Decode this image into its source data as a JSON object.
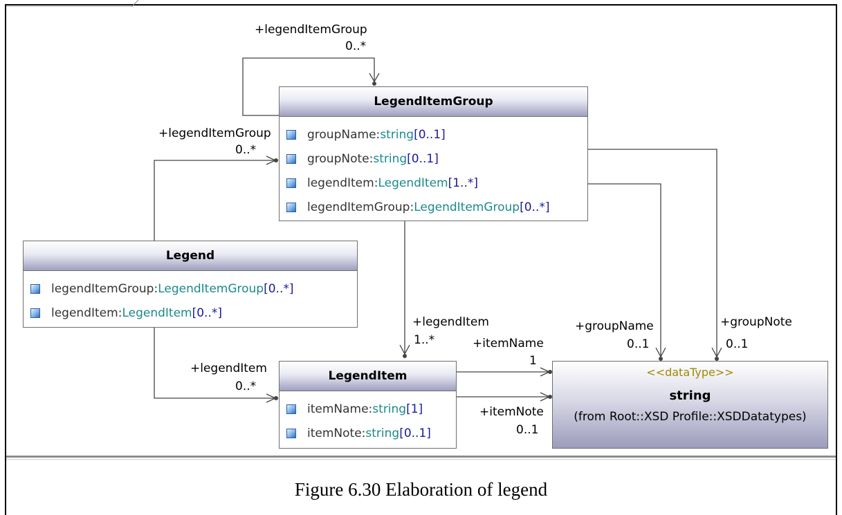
{
  "classes": {
    "legend_item_group": {
      "name": "LegendItemGroup",
      "attributes": [
        {
          "name": "groupName:",
          "type": "string",
          "mult": "[0..1]"
        },
        {
          "name": "groupNote:",
          "type": "string",
          "mult": "[0..1]"
        },
        {
          "name": "legendItem:",
          "type": "LegendItem",
          "mult": "[1..*]"
        },
        {
          "name": "legendItemGroup:",
          "type": "LegendItemGroup",
          "mult": "[0..*]"
        }
      ]
    },
    "legend": {
      "name": "Legend",
      "attributes": [
        {
          "name": "legendItemGroup:",
          "type": "LegendItemGroup",
          "mult": "[0..*]"
        },
        {
          "name": "legendItem:",
          "type": "LegendItem",
          "mult": "[0..*]"
        }
      ]
    },
    "legend_item": {
      "name": "LegendItem",
      "attributes": [
        {
          "name": "itemName:",
          "type": "string",
          "mult": "[1]"
        },
        {
          "name": "itemNote:",
          "type": "string",
          "mult": "[0..1]"
        }
      ]
    }
  },
  "datatype": {
    "stereotype": "<<dataType>>",
    "name": "string",
    "from": "(from Root::XSD Profile::XSDDatatypes)"
  },
  "roles": {
    "self_group": "+legendItemGroup",
    "self_group_mult": "0..*",
    "legend_group": "+legendItemGroup",
    "legend_group_mult": "0..*",
    "group_item": "+legendItem",
    "group_item_mult": "1..*",
    "legend_item": "+legendItem",
    "legend_item_mult": "0..*",
    "item_name": "+itemName",
    "item_name_mult": "1",
    "item_note": "+itemNote",
    "item_note_mult": "0..1",
    "group_name": "+groupName",
    "group_name_mult": "0..1",
    "group_note": "+groupNote",
    "group_note_mult": "0..1"
  },
  "caption": "Figure 6.30 Elaboration of legend",
  "colors": {
    "type_color": "#1a8a8a",
    "multiplicity_color": "#1a1a99",
    "stereotype_color": "#9c8a00"
  }
}
